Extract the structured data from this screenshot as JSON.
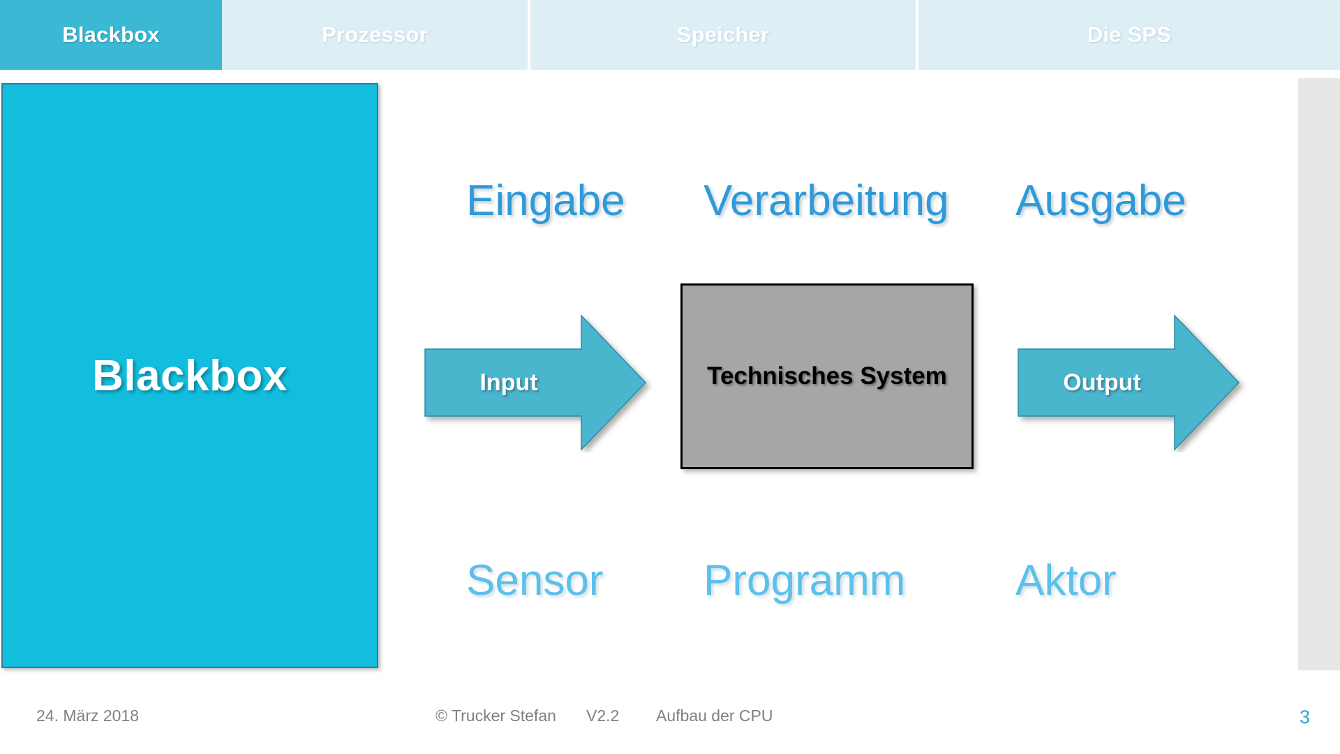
{
  "tabs": [
    {
      "label": "Blackbox",
      "active": true
    },
    {
      "label": "Prozessor",
      "active": false
    },
    {
      "label": "Speicher",
      "active": false
    },
    {
      "label": "Die SPS",
      "active": false
    }
  ],
  "left_panel": {
    "label": "Blackbox"
  },
  "diagram": {
    "headings": [
      {
        "name": "eingabe",
        "label": "Eingabe"
      },
      {
        "name": "verarbeitung",
        "label": "Verarbeitung"
      },
      {
        "name": "ausgabe",
        "label": "Ausgabe"
      }
    ],
    "sublabels": [
      {
        "name": "sensor",
        "label": "Sensor"
      },
      {
        "name": "programm",
        "label": "Programm"
      },
      {
        "name": "aktor",
        "label": "Aktor"
      }
    ],
    "input_arrow_label": "Input",
    "output_arrow_label": "Output",
    "center_box_label": "Technisches System"
  },
  "footer": {
    "date": "24. März 2018",
    "author": "© Trucker Stefan",
    "version": "V2.2",
    "topic": "Aufbau der CPU",
    "page_number": "3"
  },
  "colors": {
    "accent_cyan": "#12bdde",
    "tab_active": "#3ab8d4",
    "tab_inactive": "#ddeef5",
    "heading_blue": "#2f9ad8",
    "sublabel_blue": "#5bc0ea",
    "arrow_fill": "#49b6ce",
    "box_gray": "#a6a6a6",
    "strip_gray": "#e7e7e7",
    "footer_gray": "#808080",
    "page_number_blue": "#2aa7c9"
  }
}
